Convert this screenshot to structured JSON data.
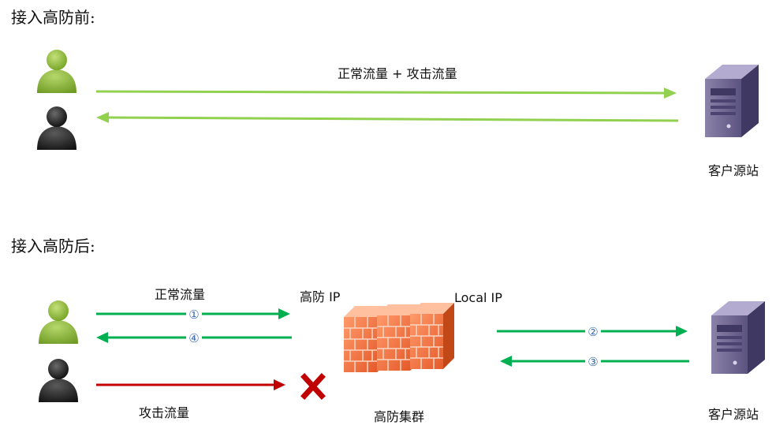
{
  "before": {
    "heading": "接入高防前:",
    "flow_label": "正常流量 + 攻击流量",
    "server_label": "客户源站"
  },
  "after": {
    "heading": "接入高防后:",
    "normal_label": "正常流量",
    "attack_label": "攻击流量",
    "gaofang_ip_label": "高防 IP",
    "local_ip_label": "Local IP",
    "cluster_label": "高防集群",
    "server_label": "客户源站",
    "step1": "①",
    "step2": "②",
    "step3": "③",
    "step4": "④"
  },
  "colors": {
    "light_green": "#92d050",
    "green": "#00b050",
    "red": "#c00000",
    "user_normal": "#8cb83a",
    "user_attacker": "#2b2b2b",
    "server": "#6e6590",
    "firewall": "#f06d3e"
  }
}
